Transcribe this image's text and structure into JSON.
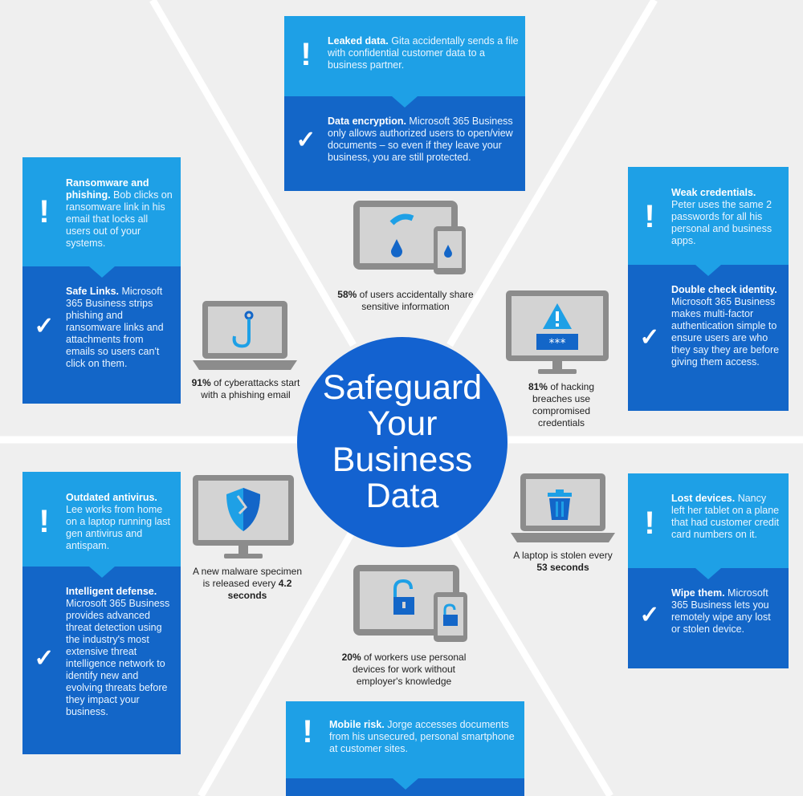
{
  "title": {
    "line1": "Safeguard",
    "line2": "Your",
    "line3": "Business",
    "line4": "Data"
  },
  "colors": {
    "risk": "#1ea0e6",
    "fix": "#1366c8",
    "center": "#1362d0",
    "background": "#efefef",
    "device": "#8c8c8c"
  },
  "cards": {
    "leaked": {
      "risk_title": "Leaked data.",
      "risk_text": "Gita accidentally sends a file with confidential customer data to a business partner.",
      "fix_title": "Data encryption.",
      "fix_text": "Microsoft 365 Business only allows authorized users to open/view documents – so even if they leave your business, you are still protected."
    },
    "ransomware": {
      "risk_title": "Ransomware and phishing.",
      "risk_text": "Bob clicks on ransomware link in his email that locks all users out of your systems.",
      "fix_title": "Safe Links.",
      "fix_text": "Microsoft 365 Business strips phishing and ransomware links and attachments from emails so users can't click on them."
    },
    "credentials": {
      "risk_title": "Weak credentials.",
      "risk_text": "Peter uses the same 2 passwords for all his personal and business apps.",
      "fix_title": "Double check identity.",
      "fix_text": "Microsoft 365 Business makes multi-factor authentication simple to ensure users are who they say they are before giving them access."
    },
    "antivirus": {
      "risk_title": "Outdated antivirus.",
      "risk_text": "Lee works from home on a laptop running last gen antivirus and antispam.",
      "fix_title": "Intelligent defense.",
      "fix_text": "Microsoft 365 Business provides advanced threat detection using the industry's most extensive threat intelligence network to identify new and evolving threats before they impact your business."
    },
    "lost": {
      "risk_title": "Lost devices.",
      "risk_text": "Nancy left her tablet on a plane that had customer credit card numbers on it.",
      "fix_title": "Wipe them.",
      "fix_text": "Microsoft 365 Business lets you remotely wipe any lost or stolen device."
    },
    "mobile": {
      "risk_title": "Mobile risk.",
      "risk_text": "Jorge accesses documents from his unsecured, personal smartphone at customer sites."
    }
  },
  "stats": {
    "share": {
      "value": "58%",
      "text": "of users accidentally share sensitive information"
    },
    "phish": {
      "value": "91%",
      "text": "of cyberattacks start with a phishing email"
    },
    "hack": {
      "value": "81%",
      "text": "of hacking breaches use compromised credentials"
    },
    "malware": {
      "text": "A new malware specimen is released every",
      "value": "4.2 seconds"
    },
    "stolen": {
      "text": "A laptop is stolen every",
      "value": "53 seconds"
    },
    "personal": {
      "value": "20%",
      "text": "of workers use personal devices for work without employer's knowledge"
    }
  },
  "icons": [
    "alert-icon",
    "check-icon",
    "water-drop-icon",
    "fishhook-icon",
    "warning-icon",
    "password-icon",
    "shield-icon",
    "trash-icon",
    "padlock-icon"
  ]
}
